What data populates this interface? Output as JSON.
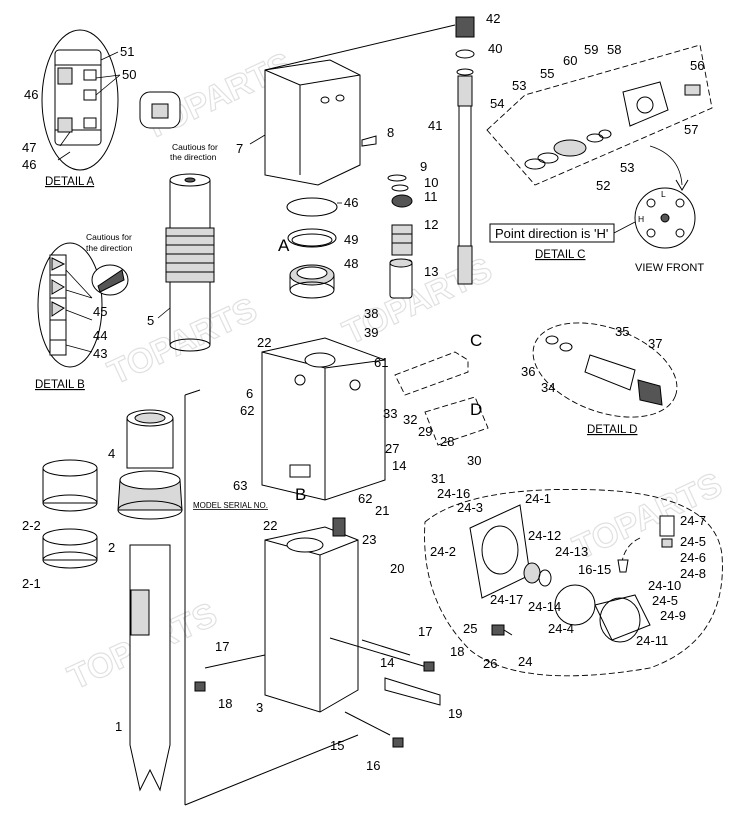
{
  "watermark": "TOPARTS",
  "labels": {
    "n1": "1",
    "n2": "2",
    "n2_1": "2-1",
    "n2_2": "2-2",
    "n3": "3",
    "n4": "4",
    "n5": "5",
    "n6": "6",
    "n7": "7",
    "n8": "8",
    "n9": "9",
    "n10": "10",
    "n11": "11",
    "n12": "12",
    "n13": "13",
    "n14a": "14",
    "n14b": "14",
    "n15": "15",
    "n16": "16",
    "n17a": "17",
    "n17b": "17",
    "n18a": "18",
    "n18b": "18",
    "n19": "19",
    "n20": "20",
    "n21": "21",
    "n22a": "22",
    "n22b": "22",
    "n23": "23",
    "n24": "24",
    "n24_1": "24-1",
    "n24_2": "24-2",
    "n24_3": "24-3",
    "n24_4": "24-4",
    "n24_5a": "24-5",
    "n24_5b": "24-5",
    "n24_6": "24-6",
    "n24_7": "24-7",
    "n24_8": "24-8",
    "n24_9": "24-9",
    "n24_10": "24-10",
    "n24_11": "24-11",
    "n24_12": "24-12",
    "n24_13": "24-13",
    "n24_14": "24-14",
    "n24_16": "24-16",
    "n24_17": "24-17",
    "n16_15": "16-15",
    "n25": "25",
    "n26": "26",
    "n27": "27",
    "n28": "28",
    "n29": "29",
    "n30": "30",
    "n31": "31",
    "n32": "32",
    "n33": "33",
    "n34": "34",
    "n35": "35",
    "n36": "36",
    "n37": "37",
    "n38": "38",
    "n39": "39",
    "n40": "40",
    "n41": "41",
    "n42": "42",
    "n43": "43",
    "n44": "44",
    "n45": "45",
    "n46a": "46",
    "n46b": "46",
    "n46c": "46",
    "n47": "47",
    "n48": "48",
    "n49": "49",
    "n50": "50",
    "n51": "51",
    "n52": "52",
    "n53a": "53",
    "n53b": "53",
    "n54": "54",
    "n55": "55",
    "n56": "56",
    "n57": "57",
    "n58": "58",
    "n59": "59",
    "n60": "60",
    "n61": "61",
    "n62a": "62",
    "n62b": "62",
    "n63": "63",
    "letterA": "A",
    "letterB": "B",
    "letterC": "C",
    "letterD": "D"
  },
  "details": {
    "a": "DETAIL A",
    "b": "DETAIL B",
    "c": "DETAIL C",
    "d": "DETAIL D"
  },
  "notes": {
    "caution1_line1": "Cautious for",
    "caution1_line2": "the direction",
    "caution2_line1": "Cautious for",
    "caution2_line2": "the direction",
    "point_direction": "Point direction is 'H'",
    "view_front": "VIEW FRONT",
    "model_serial": "MODEL SERIAL NO.",
    "dial_L": "L",
    "dial_H": "H"
  }
}
